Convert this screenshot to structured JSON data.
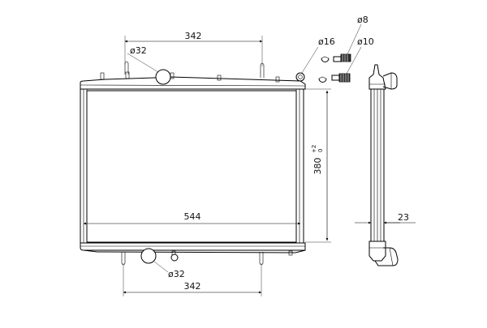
{
  "dimensions": {
    "top_spacing": "342",
    "top_inlet_dia": "ø32",
    "sensor_port_dia": "ø16",
    "clip_small_dia": "ø8",
    "clip_large_dia": "ø10",
    "core_width": "544",
    "core_height_value": "380",
    "core_height_tol_plus": "+2",
    "core_height_tol_minus": "0",
    "side_depth": "23",
    "bottom_outlet_dia": "ø32",
    "bottom_spacing": "342"
  }
}
